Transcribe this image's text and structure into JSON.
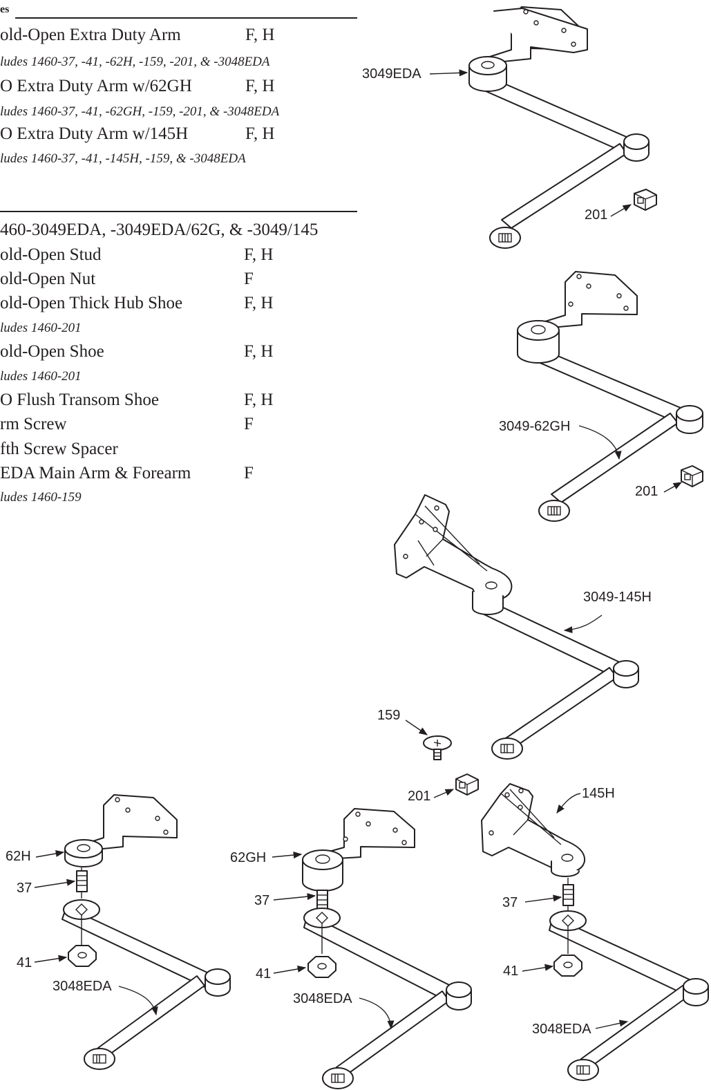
{
  "header": {
    "section_fragment": "es"
  },
  "arm_assemblies": [
    {
      "name": "old-Open Extra Duty Arm",
      "codes": "F, H",
      "note": "ludes 1460-37, -41, -62H, -159, -201, & -3048EDA"
    },
    {
      "name": "O Extra Duty Arm w/62GH",
      "codes": "F, H",
      "note": "ludes 1460-37, -41, -62GH, -159, -201, & -3048EDA"
    },
    {
      "name": "O Extra Duty Arm w/145H",
      "codes": "F, H",
      "note": "ludes 1460-37, -41, -145H, -159, & -3048EDA"
    }
  ],
  "parts_heading": "460-3049EDA, -3049EDA/62G, & -3049/145",
  "parts": [
    {
      "name": "old-Open Stud",
      "codes": "F, H",
      "note": ""
    },
    {
      "name": "old-Open Nut",
      "codes": "F",
      "note": ""
    },
    {
      "name": "old-Open Thick Hub Shoe",
      "codes": "F, H",
      "note": "ludes 1460-201"
    },
    {
      "name": "old-Open Shoe",
      "codes": "F, H",
      "note": "ludes 1460-201"
    },
    {
      "name": "O Flush Transom Shoe",
      "codes": "F, H",
      "note": ""
    },
    {
      "name": "rm Screw",
      "codes": "F",
      "note": ""
    },
    {
      "name": "fth Screw Spacer",
      "codes": "",
      "note": ""
    },
    {
      "name": "EDA Main Arm & Forearm",
      "codes": "F",
      "note": "ludes 1460-159"
    }
  ],
  "callouts": {
    "c3049eda": "3049EDA",
    "c201_a": "201",
    "c3049_62gh": "3049-62GH",
    "c201_b": "201",
    "c3049_145h": "3049-145H",
    "c159": "159",
    "c201_c": "201",
    "c145h": "145H",
    "c62h": "62H",
    "c37_a": "37",
    "c41_a": "41",
    "c3048eda_a": "3048EDA",
    "c62gh": "62GH",
    "c37_b": "37",
    "c41_b": "41",
    "c3048eda_b": "3048EDA",
    "c37_c": "37",
    "c41_c": "41",
    "c3048eda_c": "3048EDA"
  }
}
